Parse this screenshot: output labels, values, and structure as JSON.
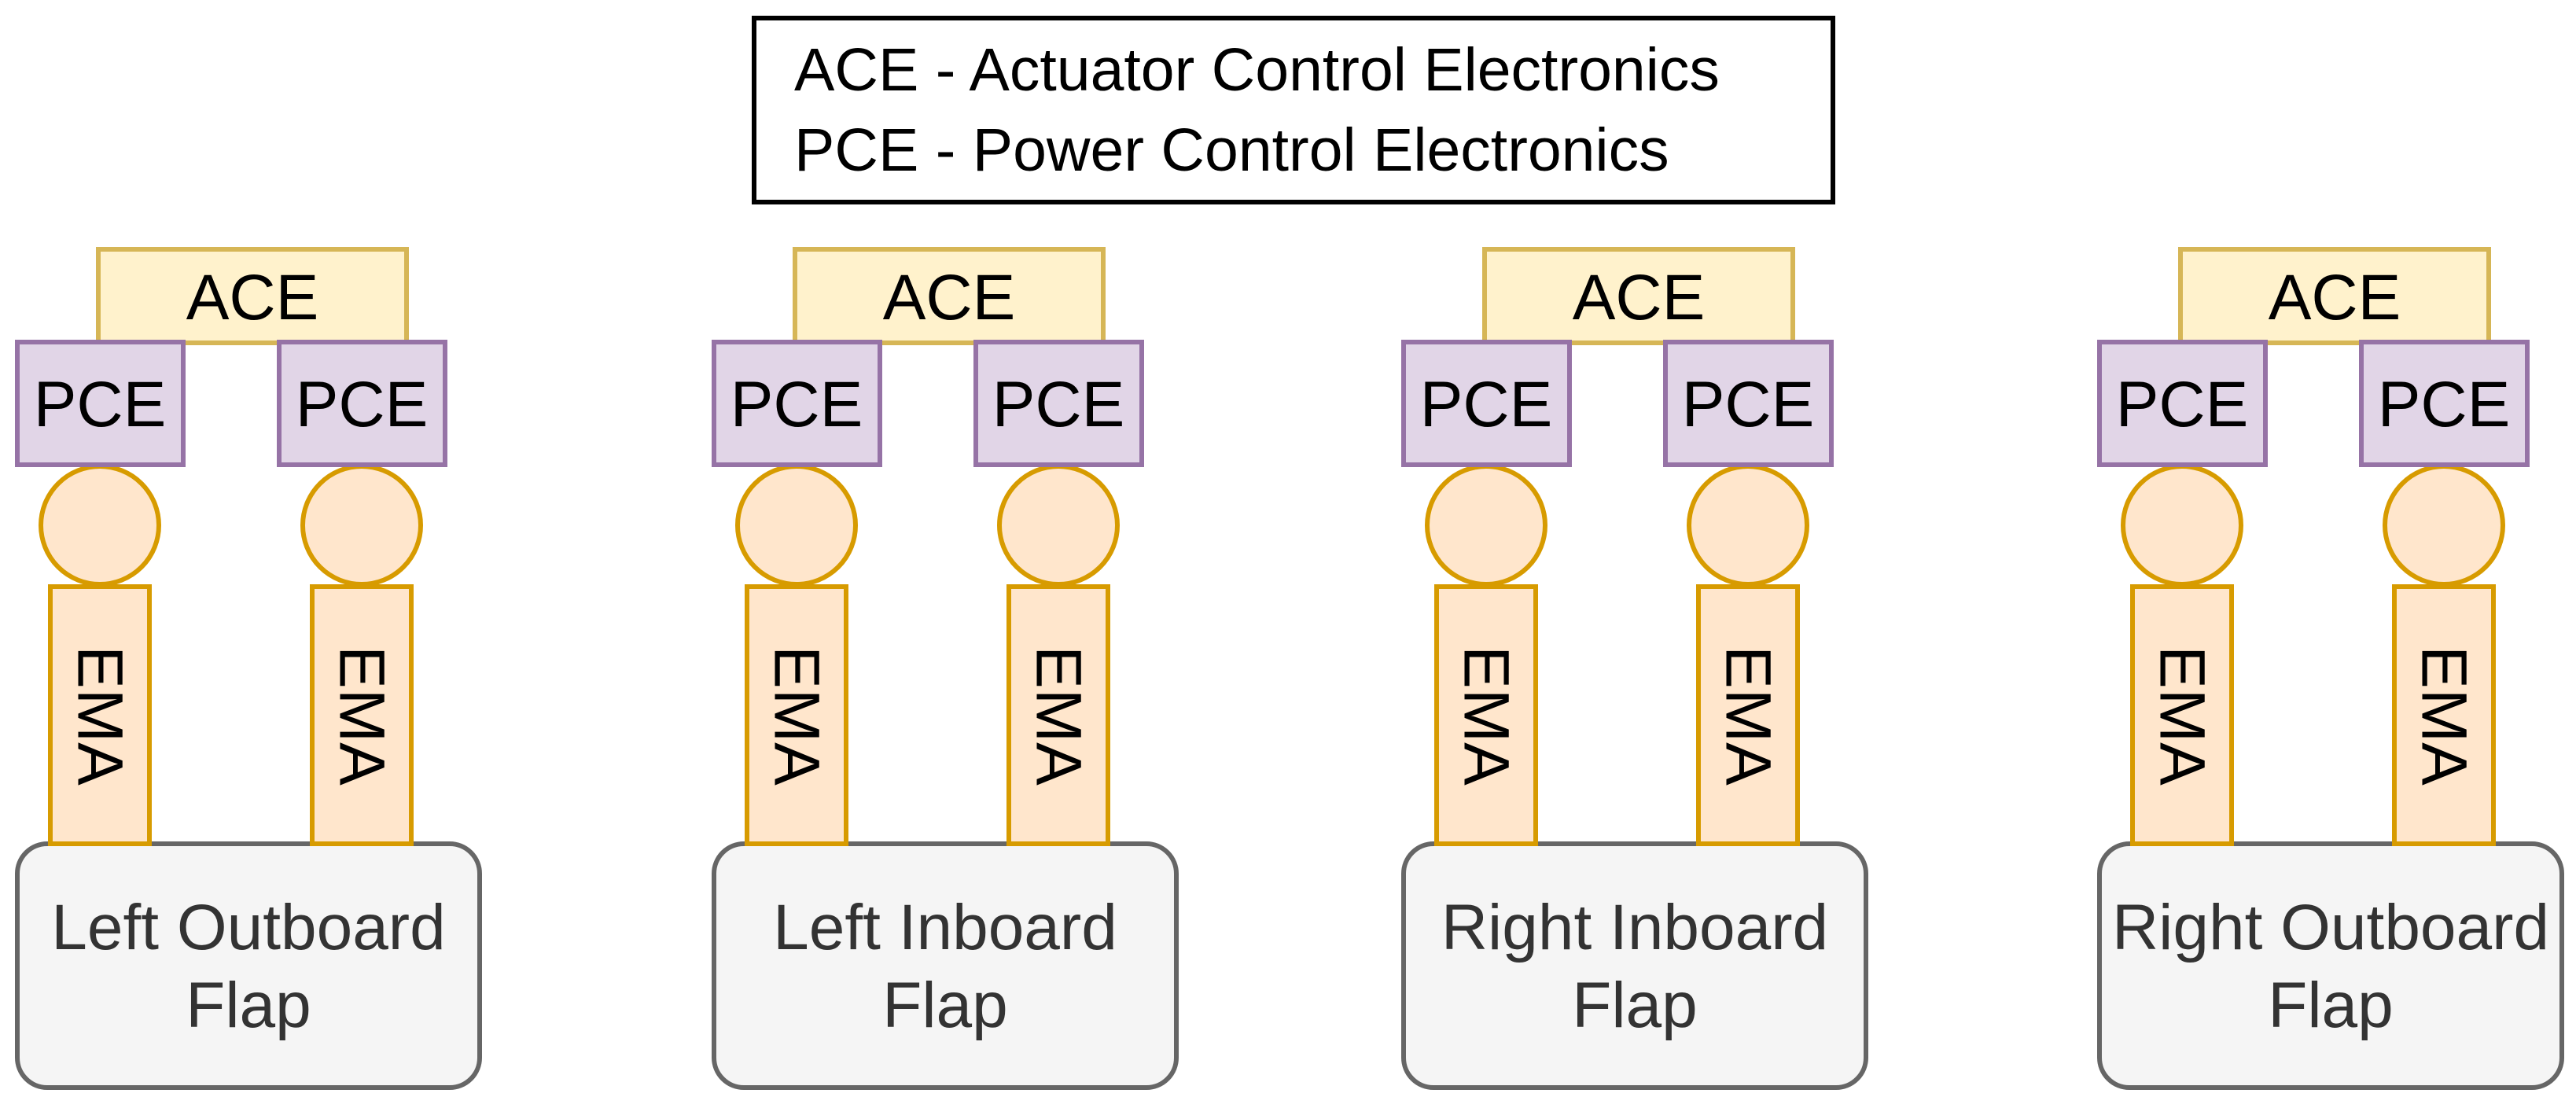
{
  "legend": {
    "lines": [
      "ACE - Actuator Control Electronics",
      "PCE - Power Control Electronics"
    ]
  },
  "colors": {
    "ace_fill": "#fff2cc",
    "ace_stroke": "#d6b656",
    "pce_fill": "#e1d5e7",
    "pce_stroke": "#9673a6",
    "ema_fill": "#ffe6cc",
    "ema_stroke": "#d79b00",
    "flap_fill": "#f5f5f5",
    "flap_stroke": "#666666",
    "legend_stroke": "#000000"
  },
  "units": [
    {
      "ace_label": "ACE",
      "pce_left_label": "PCE",
      "pce_right_label": "PCE",
      "ema_left_label": "EMA",
      "ema_right_label": "EMA",
      "flap_line1": "Left Outboard",
      "flap_line2": "Flap"
    },
    {
      "ace_label": "ACE",
      "pce_left_label": "PCE",
      "pce_right_label": "PCE",
      "ema_left_label": "EMA",
      "ema_right_label": "EMA",
      "flap_line1": "Left Inboard",
      "flap_line2": "Flap"
    },
    {
      "ace_label": "ACE",
      "pce_left_label": "PCE",
      "pce_right_label": "PCE",
      "ema_left_label": "EMA",
      "ema_right_label": "EMA",
      "flap_line1": "Right Inboard",
      "flap_line2": "Flap"
    },
    {
      "ace_label": "ACE",
      "pce_left_label": "PCE",
      "pce_right_label": "PCE",
      "ema_left_label": "EMA",
      "ema_right_label": "EMA",
      "flap_line1": "Right Outboard",
      "flap_line2": "Flap"
    }
  ]
}
